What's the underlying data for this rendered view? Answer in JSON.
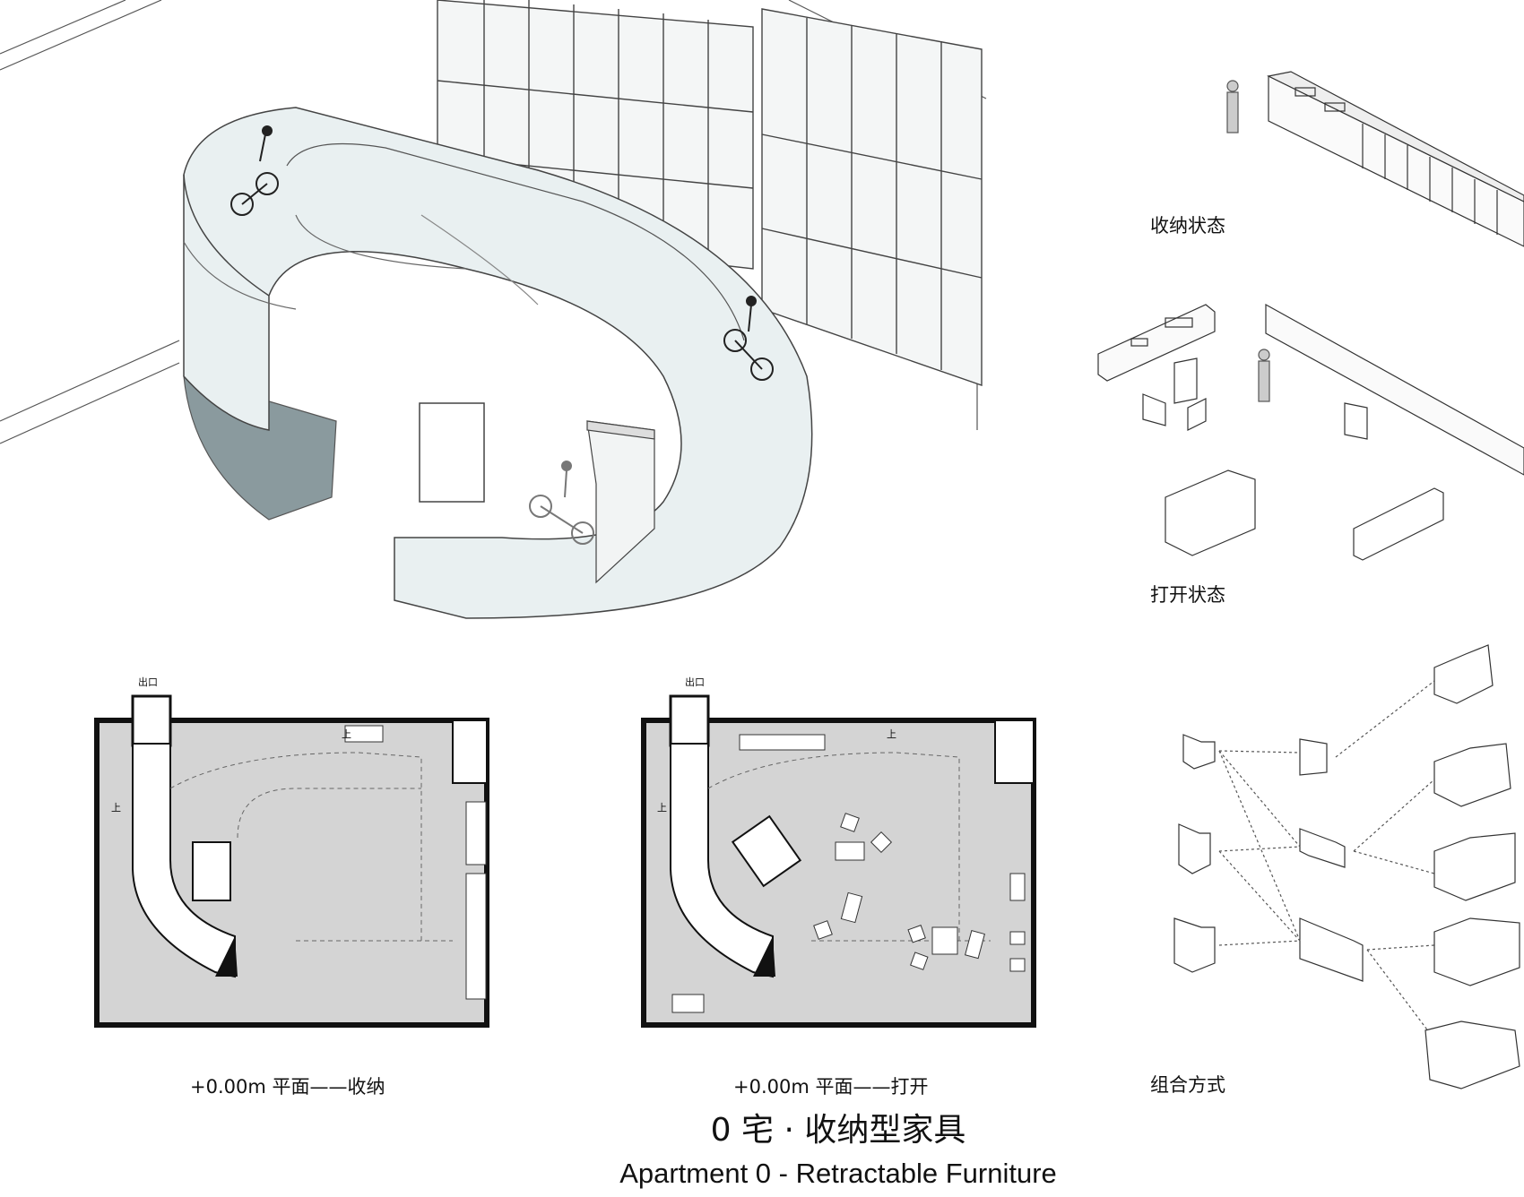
{
  "labels": {
    "stored_state": "收纳状态",
    "open_state": "打开状态",
    "combination": "组合方式",
    "plan_stored": "+0.00m 平面——收纳",
    "plan_open": "+0.00m 平面——打开",
    "exit_label": "出口",
    "up_label": "上"
  },
  "title": {
    "chinese": "0 宅 · 收纳型家具",
    "english": "Apartment 0 - Retractable Furniture"
  },
  "colors": {
    "floor_fill": "#d4d4d4",
    "wall": "#111111",
    "line": "#333333",
    "glass": "#e9f0f1",
    "dark_panel": "#8a9a9e"
  }
}
